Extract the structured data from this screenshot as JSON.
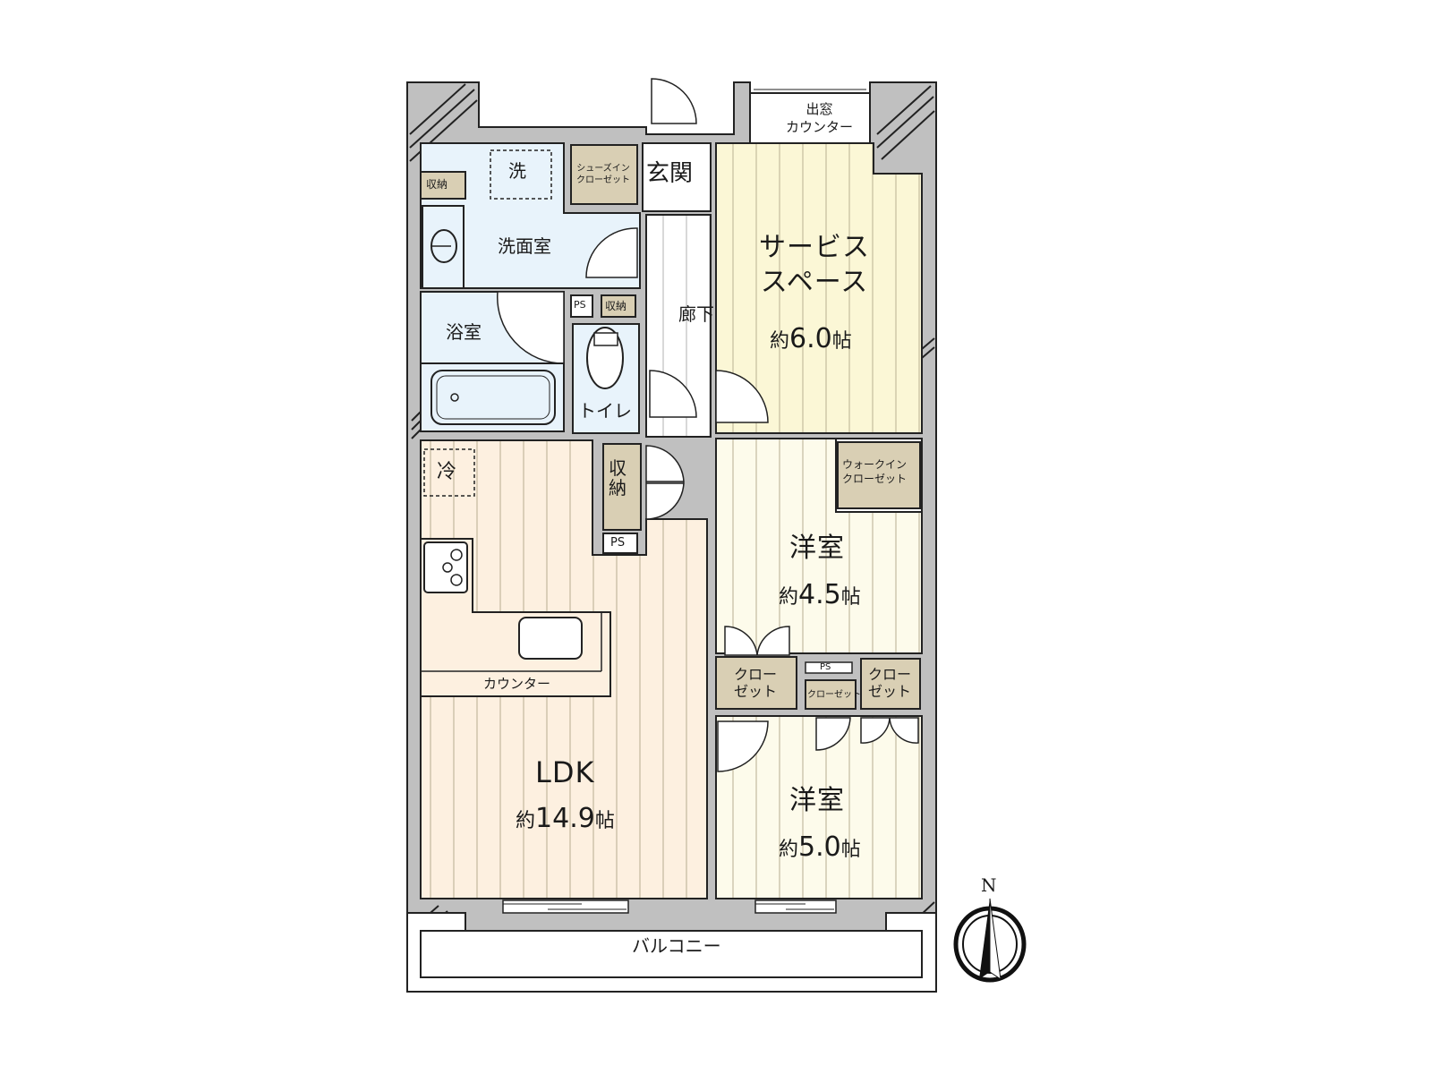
{
  "floorplan": {
    "colors": {
      "wall": "#c0c0c0",
      "outline": "#222222",
      "wet_area": "#e8f3fb",
      "ldk": "#fdf0e0",
      "bedroom": "#fdfbeb",
      "service_space": "#fbf7d6",
      "storage": "#d9cfb4",
      "floor_line": "#c9bfa8"
    },
    "rooms": {
      "service_space": {
        "name_line1": "サービス",
        "name_line2": "スペース",
        "size_prefix": "約",
        "size_value": "6.0",
        "size_unit": "帖"
      },
      "western_room_1": {
        "name": "洋室",
        "size_prefix": "約",
        "size_value": "4.5",
        "size_unit": "帖"
      },
      "western_room_2": {
        "name": "洋室",
        "size_prefix": "約",
        "size_value": "5.0",
        "size_unit": "帖"
      },
      "ldk": {
        "name": "LDK",
        "size_prefix": "約",
        "size_value": "14.9",
        "size_unit": "帖"
      },
      "washroom": {
        "name": "洗面室"
      },
      "bathroom": {
        "name": "浴室"
      },
      "toilet": {
        "name": "トイレ"
      },
      "hallway": {
        "name": "廊下"
      },
      "entrance": {
        "name": "玄関"
      },
      "balcony": {
        "name": "バルコニー"
      }
    },
    "fixtures": {
      "washer": "洗",
      "fridge": "冷",
      "bay_window_line1": "出窓",
      "bay_window_line2": "カウンター",
      "kitchen_counter": "カウンター",
      "storage_wash": "収納",
      "storage_toilet": "収納",
      "storage_ldk_line1": "収",
      "storage_ldk_line2": "納",
      "shoe_closet_line1": "シューズイン",
      "shoe_closet_line2": "クローゼット",
      "walkin_closet_line1": "ウォークイン",
      "walkin_closet_line2": "クローゼット",
      "closet_a_line1": "クロー",
      "closet_a_line2": "ゼット",
      "closet_b": "クローゼット",
      "closet_c_line1": "クロー",
      "closet_c_line2": "ゼット",
      "ps_1": "PS",
      "ps_2": "PS",
      "ps_3": "PS"
    },
    "compass": {
      "label": "N"
    }
  }
}
